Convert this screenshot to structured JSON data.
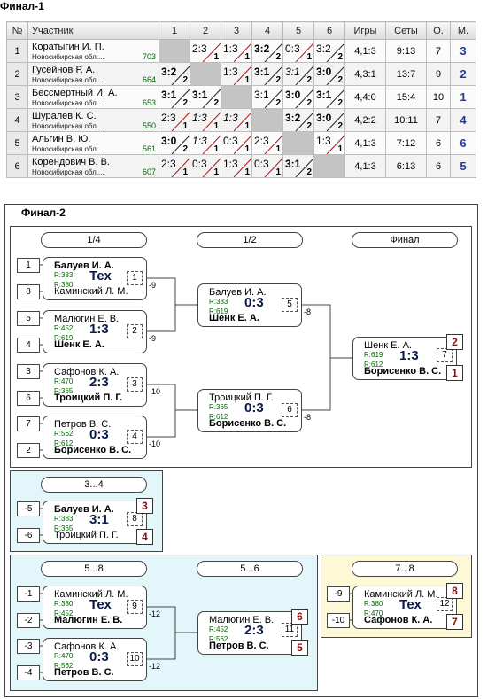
{
  "final1": {
    "title": "Финал-1",
    "headers": [
      "№",
      "Участник",
      "1",
      "2",
      "3",
      "4",
      "5",
      "6",
      "Игры",
      "Сеты",
      "О.",
      "М."
    ],
    "rows": [
      {
        "no": "1",
        "name": "Коратыгин И. П.",
        "region": "Новосибирская обл....",
        "rating": "703",
        "scores": [
          null,
          {
            "s": "2:3",
            "p": "1",
            "w": false,
            "it": false
          },
          {
            "s": "1:3",
            "p": "1",
            "w": false,
            "it": false
          },
          {
            "s": "3:2",
            "p": "2",
            "w": true,
            "it": false
          },
          {
            "s": "0:3",
            "p": "1",
            "w": false,
            "it": false
          },
          {
            "s": "3:2",
            "p": "2",
            "w": false,
            "it": false
          }
        ],
        "games": "4,1:3",
        "sets": "9:13",
        "points": "7",
        "place": "3"
      },
      {
        "no": "2",
        "name": "Гусейнов Р. А.",
        "region": "Новосибирская обл....",
        "rating": "664",
        "scores": [
          {
            "s": "3:2",
            "p": "2",
            "w": true,
            "it": false
          },
          null,
          {
            "s": "1:3",
            "p": "1",
            "w": false,
            "it": false
          },
          {
            "s": "3:1",
            "p": "2",
            "w": true,
            "it": false
          },
          {
            "s": "3:1",
            "p": "2",
            "w": false,
            "it": true
          },
          {
            "s": "3:0",
            "p": "2",
            "w": true,
            "it": false
          }
        ],
        "games": "4,3:1",
        "sets": "13:7",
        "points": "9",
        "place": "2"
      },
      {
        "no": "3",
        "name": "Бессмертный И. А.",
        "region": "Новосибирская обл....",
        "rating": "653",
        "scores": [
          {
            "s": "3:1",
            "p": "2",
            "w": true,
            "it": false
          },
          {
            "s": "3:1",
            "p": "2",
            "w": true,
            "it": false
          },
          null,
          {
            "s": "3:1",
            "p": "2",
            "w": false,
            "it": false
          },
          {
            "s": "3:0",
            "p": "2",
            "w": true,
            "it": false
          },
          {
            "s": "3:1",
            "p": "2",
            "w": true,
            "it": false
          }
        ],
        "games": "4,4:0",
        "sets": "15:4",
        "points": "10",
        "place": "1"
      },
      {
        "no": "4",
        "name": "Шуралев К. С.",
        "region": "Новосибирская обл....",
        "rating": "550",
        "scores": [
          {
            "s": "2:3",
            "p": "1",
            "w": false,
            "it": false
          },
          {
            "s": "1:3",
            "p": "1",
            "w": false,
            "it": true
          },
          {
            "s": "1:3",
            "p": "1",
            "w": false,
            "it": true
          },
          null,
          {
            "s": "3:2",
            "p": "2",
            "w": true,
            "it": false
          },
          {
            "s": "3:0",
            "p": "2",
            "w": true,
            "it": false
          }
        ],
        "games": "4,2:2",
        "sets": "10:11",
        "points": "7",
        "place": "4"
      },
      {
        "no": "5",
        "name": "Альгин В. Ю.",
        "region": "Новосибирская обл....",
        "rating": "561",
        "scores": [
          {
            "s": "3:0",
            "p": "2",
            "w": true,
            "it": false
          },
          {
            "s": "1:3",
            "p": "1",
            "w": false,
            "it": true
          },
          {
            "s": "0:3",
            "p": "1",
            "w": false,
            "it": false
          },
          {
            "s": "2:3",
            "p": "1",
            "w": false,
            "it": false
          },
          null,
          {
            "s": "1:3",
            "p": "1",
            "w": false,
            "it": false
          }
        ],
        "games": "4,1:3",
        "sets": "7:12",
        "points": "6",
        "place": "6"
      },
      {
        "no": "6",
        "name": "Корендович В. В.",
        "region": "Новосибирская обл....",
        "rating": "607",
        "scores": [
          {
            "s": "2:3",
            "p": "1",
            "w": false,
            "it": false
          },
          {
            "s": "0:3",
            "p": "1",
            "w": false,
            "it": false
          },
          {
            "s": "1:3",
            "p": "1",
            "w": false,
            "it": false
          },
          {
            "s": "0:3",
            "p": "1",
            "w": false,
            "it": false
          },
          {
            "s": "3:1",
            "p": "2",
            "w": true,
            "it": false
          },
          null
        ],
        "games": "4,1:3",
        "sets": "6:13",
        "points": "6",
        "place": "5"
      }
    ]
  },
  "final2": {
    "title": "Финал-2",
    "rounds": {
      "r1": "1/4",
      "r2": "1/2",
      "r3": "Финал",
      "third": "3...4",
      "fifth": "5...8",
      "fifth2": "5...6",
      "seventh": "7...8"
    },
    "matches": {
      "qf1": {
        "a": "Балуев И. А.",
        "b": "Каминский Л. М.",
        "ra": "R:383",
        "rb": "R:380",
        "res": "Тех",
        "game": "1",
        "loss": "-9",
        "seedA": "1",
        "seedB": "8"
      },
      "qf2": {
        "a": "Малюгин Е. В.",
        "b": "Шенк Е. А.",
        "ra": "R:452",
        "rb": "R:619",
        "res": "1:3",
        "game": "2",
        "loss": "-9",
        "seedA": "5",
        "seedB": "4"
      },
      "qf3": {
        "a": "Сафонов К. А.",
        "b": "Троицкий П. Г.",
        "ra": "R:470",
        "rb": "R:365",
        "res": "2:3",
        "game": "3",
        "loss": "-10",
        "seedA": "3",
        "seedB": "6"
      },
      "qf4": {
        "a": "Петров В. С.",
        "b": "Борисенко В. С.",
        "ra": "R:562",
        "rb": "R:612",
        "res": "0:3",
        "game": "4",
        "loss": "-10",
        "seedA": "7",
        "seedB": "2"
      },
      "sf1": {
        "a": "Балуев И. А.",
        "b": "Шенк Е. А.",
        "ra": "R:383",
        "rb": "R:619",
        "res": "0:3",
        "game": "5",
        "loss": "-8"
      },
      "sf2": {
        "a": "Троицкий П. Г.",
        "b": "Борисенко В. С.",
        "ra": "R:365",
        "rb": "R:612",
        "res": "0:3",
        "game": "6",
        "loss": "-8"
      },
      "f": {
        "a": "Шенк Е. А.",
        "b": "Борисенко В. С.",
        "ra": "R:619",
        "rb": "R:612",
        "res": "1:3",
        "game": "7",
        "placeA": "2",
        "placeB": "1"
      },
      "m34": {
        "a": "Балуев И. А.",
        "b": "Троицкий П. Г.",
        "ra": "R:383",
        "rb": "R:365",
        "res": "3:1",
        "game": "8",
        "placeA": "3",
        "placeB": "4",
        "seedA": "-5",
        "seedB": "-6"
      },
      "m58a": {
        "a": "Каминский Л. М.",
        "b": "Малюгин Е. В.",
        "ra": "R:380",
        "rb": "R:452",
        "res": "Тех",
        "game": "9",
        "loss": "-12",
        "seedA": "-1",
        "seedB": "-2"
      },
      "m58b": {
        "a": "Сафонов К. А.",
        "b": "Петров В. С.",
        "ra": "R:470",
        "rb": "R:562",
        "res": "0:3",
        "game": "10",
        "loss": "-12",
        "seedA": "-3",
        "seedB": "-4"
      },
      "m56": {
        "a": "Малюгин Е. В.",
        "b": "Петров В. С.",
        "ra": "R:452",
        "rb": "R:562",
        "res": "2:3",
        "game": "11",
        "placeA": "6",
        "placeB": "5"
      },
      "m78": {
        "a": "Каминский Л. М.",
        "b": "Сафонов К. А.",
        "ra": "R:380",
        "rb": "R:470",
        "res": "Тех",
        "game": "12",
        "placeA": "8",
        "placeB": "7",
        "seedA": "-9",
        "seedB": "-10"
      }
    }
  },
  "colors": {
    "win_place": "#8a1010",
    "place_blue": "#1a3aa0",
    "rating_green": "#006600",
    "third_bg": "#e3f7fb",
    "seventh_bg": "#fdf9d6"
  }
}
